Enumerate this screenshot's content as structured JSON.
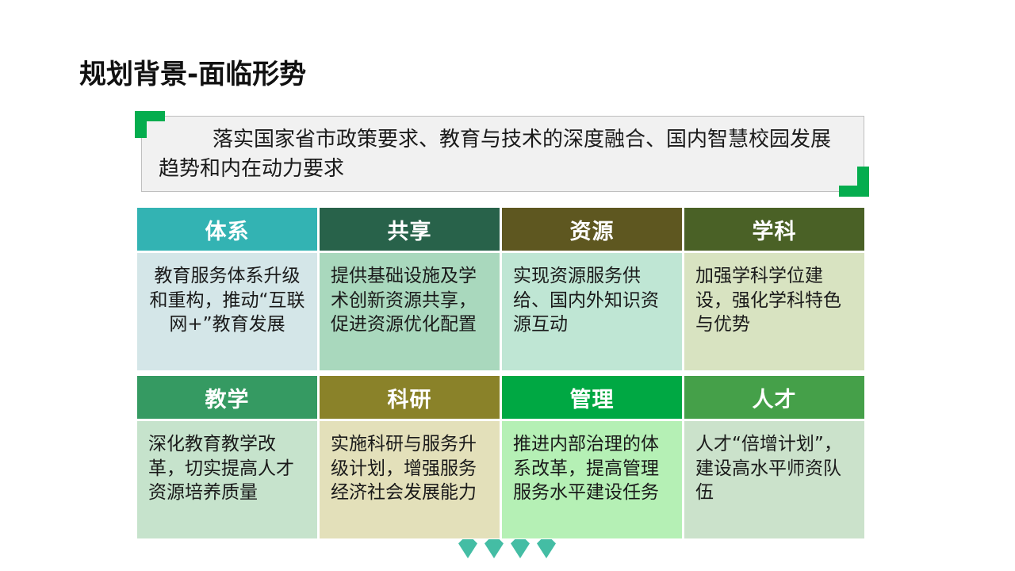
{
  "slide": {
    "title": "规划背景-面临形势",
    "subtitle": "落实国家省市政策要求、教育与技术的深度融合、国内智慧校园发展趋势和内在动力要求",
    "accent_green": "#05ad4e",
    "panel_bg": "#f1f1f1",
    "panel_border": "#bfbfbf",
    "background": "#ffffff",
    "title_color": "#111111"
  },
  "matrix": {
    "rows": [
      {
        "cells": [
          {
            "header": "体系",
            "header_bg": "#33b3b3",
            "body": "教育服务体系升级和重构，推动“互联网+”教育发展",
            "body_bg": "#d4e6e8",
            "align": "center"
          },
          {
            "header": "共享",
            "header_bg": "#28624a",
            "body": "提供基础设施及学术创新资源共享，促进资源优化配置",
            "body_bg": "#a9d8bd",
            "align": "left"
          },
          {
            "header": "资源",
            "header_bg": "#5e5720",
            "body": "实现资源服务供给、国内外知识资源互动",
            "body_bg": "#bfe6d4",
            "align": "left"
          },
          {
            "header": "学科",
            "header_bg": "#4a6126",
            "body": "加强学科学位建设，强化学科特色与优势",
            "body_bg": "#d8e3c1",
            "align": "left"
          }
        ]
      },
      {
        "cells": [
          {
            "header": "教学",
            "header_bg": "#359a62",
            "body": "深化教育教学改革，切实提高人才资源培养质量",
            "body_bg": "#c6e3cc",
            "align": "left"
          },
          {
            "header": "科研",
            "header_bg": "#8a8229",
            "body": "实施科研与服务升级计划，增强服务经济社会发展能力",
            "body_bg": "#e3e0ba",
            "align": "left"
          },
          {
            "header": "管理",
            "header_bg": "#00a843",
            "body": "推进内部治理的体系改革，提高管理服务水平建设任务",
            "body_bg": "#b5f0b5",
            "align": "left"
          },
          {
            "header": "人才",
            "header_bg": "#45a049",
            "body": "人才“倍增计划”，建设高水平师资队伍",
            "body_bg": "#cbe2cb",
            "align": "left"
          }
        ]
      }
    ]
  },
  "decoration": {
    "diamond_color": "#44bda4",
    "diamond_count": 4
  }
}
